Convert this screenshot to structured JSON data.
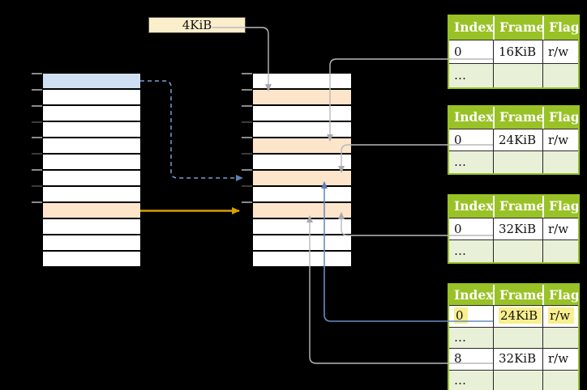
{
  "size_box": {
    "label": "4KiB"
  },
  "colors": {
    "table_green": "#99c226",
    "row_shaded": "#e9f0d8",
    "highlight_yellow": "#f8ef8e",
    "row_orange": "#fde5cb",
    "row_blue": "#cfe0f3",
    "box_cream": "#fbeecb",
    "arrow_gray": "#b9b9bc",
    "arrowhead_gray": "#a8a8b0",
    "arrow_blue": "#688dc0",
    "arrow_blue_dash": "#7d9dd1",
    "arrowhead_blue": "#5d80b4",
    "arrow_orange": "#d99e00",
    "tick_major": "#8a8a8a",
    "tick_minor": "#3b3b3b"
  },
  "memory_columns": {
    "left": {
      "row_count": 12,
      "highlights": [
        {
          "row": 0,
          "type": "blue"
        },
        {
          "row": 8,
          "type": "orange"
        }
      ]
    },
    "middle": {
      "row_count": 12,
      "highlights": [
        {
          "row": 1,
          "type": "orange"
        },
        {
          "row": 4,
          "type": "orange"
        },
        {
          "row": 6,
          "type": "orange"
        },
        {
          "row": 8,
          "type": "orange"
        }
      ]
    }
  },
  "ticks": {
    "major_boundaries": [
      0,
      1,
      2,
      4,
      6,
      8
    ],
    "minor_boundaries": [
      3,
      5,
      7
    ]
  },
  "tables": [
    {
      "headers": [
        "Index",
        "Frame",
        "Flags"
      ],
      "rows": [
        {
          "cells": [
            "0",
            "16KiB",
            "r/w"
          ],
          "shaded": false,
          "highlight": false
        },
        {
          "cells": [
            "…",
            "",
            ""
          ],
          "shaded": true,
          "highlight": false
        }
      ]
    },
    {
      "headers": [
        "Index",
        "Frame",
        "Flags"
      ],
      "rows": [
        {
          "cells": [
            "0",
            "24KiB",
            "r/w"
          ],
          "shaded": false,
          "highlight": false
        },
        {
          "cells": [
            "…",
            "",
            ""
          ],
          "shaded": true,
          "highlight": false
        }
      ]
    },
    {
      "headers": [
        "Index",
        "Frame",
        "Flags"
      ],
      "rows": [
        {
          "cells": [
            "0",
            "32KiB",
            "r/w"
          ],
          "shaded": false,
          "highlight": false
        },
        {
          "cells": [
            "…",
            "",
            ""
          ],
          "shaded": true,
          "highlight": false
        }
      ]
    },
    {
      "headers": [
        "Index",
        "Frame",
        "Flags"
      ],
      "rows": [
        {
          "cells": [
            "0",
            "24KiB",
            "r/w"
          ],
          "shaded": false,
          "highlight": true
        },
        {
          "cells": [
            "…",
            "",
            ""
          ],
          "shaded": true,
          "highlight": false
        },
        {
          "cells": [
            "8",
            "32KiB",
            "r/w"
          ],
          "shaded": false,
          "highlight": false
        },
        {
          "cells": [
            "…",
            "",
            ""
          ],
          "shaded": true,
          "highlight": false
        }
      ]
    }
  ]
}
